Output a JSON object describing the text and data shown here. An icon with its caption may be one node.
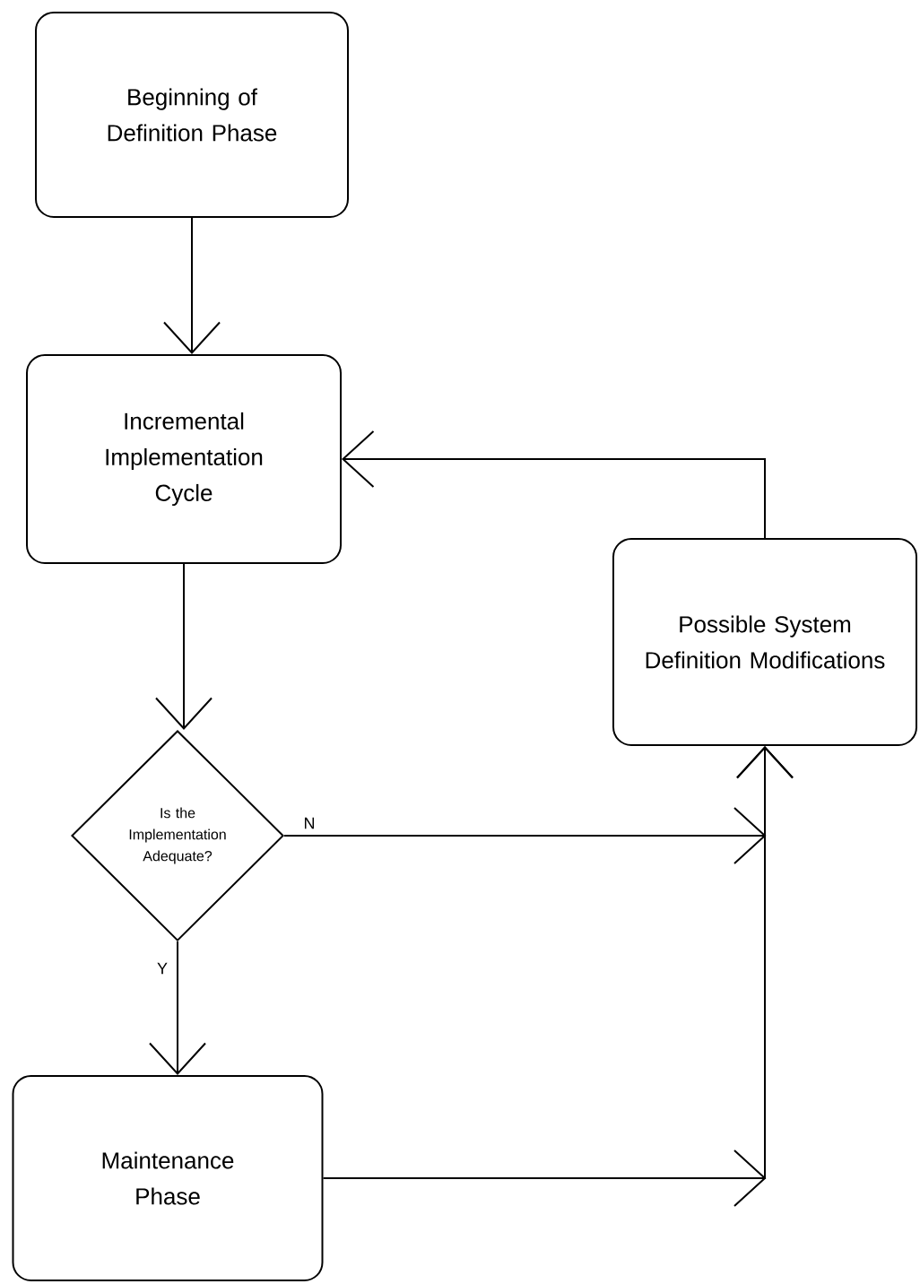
{
  "diagram": {
    "nodes": [
      {
        "text": [
          "Beginning of Definition Phase"
        ]
      },
      {
        "text": [
          "Incremental Implementation Cycle"
        ]
      },
      {
        "text": [
          "Possible System Definition Modifications"
        ]
      },
      {
        "text": [
          "Is the Implementation Adequate?"
        ]
      },
      {
        "text": [
          "Maintenance Phase"
        ]
      }
    ],
    "edges": [
      {
        "from": 0,
        "to": 1,
        "arrow": "to"
      },
      {
        "from": 1,
        "to": 3,
        "arrow": "to"
      },
      {
        "from": 3,
        "to": 2,
        "arrow": "to",
        "label": "N"
      },
      {
        "from": 4,
        "to": 2,
        "arrow": "to"
      },
      {
        "from": 2,
        "to": 1,
        "arrow": "to"
      },
      {
        "from": 3,
        "to": 4,
        "arrow": "to",
        "label": "Y"
      }
    ]
  }
}
